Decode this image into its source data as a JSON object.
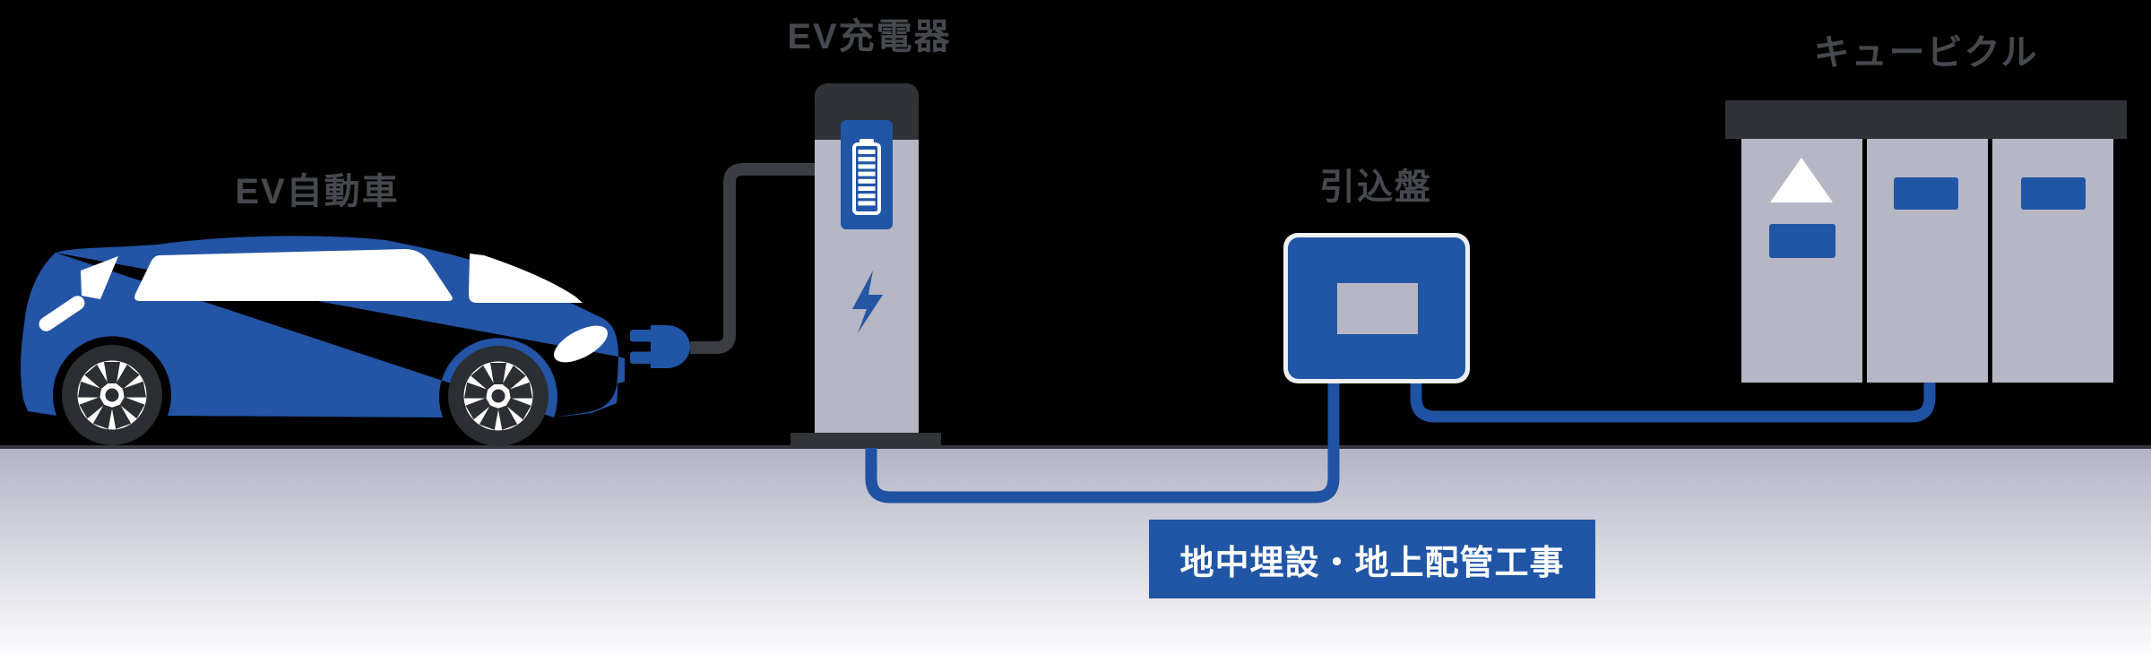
{
  "labels": {
    "car": "EV自動車",
    "charger": "EV充電器",
    "intake_panel": "引込盤",
    "cubicle": "キュービクル"
  },
  "banner": {
    "text": "地中埋設・地上配管工事"
  },
  "icons": [
    "ev-car-icon",
    "charging-plug-icon",
    "charging-cable",
    "charging-station-icon",
    "battery-icon",
    "lightning-bolt-icon",
    "intake-panel-icon",
    "cubicle-icon",
    "warning-triangle-icon",
    "underground-pipe",
    "above-ground-pipe",
    "ground-surface"
  ],
  "colors": {
    "background": "#000000",
    "accent_blue": "#2156A6",
    "car_blue": "#2354A5",
    "pipe_blue": "#1F52A2",
    "unit_gray": "#B6B7C5",
    "dark_charcoal": "#2F3237",
    "cable_gray": "#3A3D41",
    "label_gray": "#45494F",
    "banner_text": "#FFFFFF",
    "floor_gradient_top": "#B3B4C4",
    "floor_gradient_bottom": "#FCFCFE"
  }
}
